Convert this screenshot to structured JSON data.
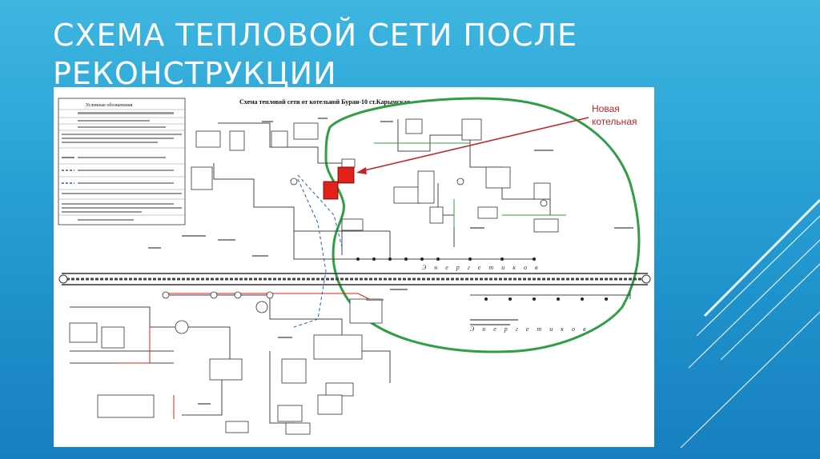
{
  "slide": {
    "title_line1": "СХЕМА ТЕПЛОВОЙ СЕТИ ПОСЛЕ",
    "title_line2": "РЕКОНСТРУКЦИИ",
    "callout_line1": "Новая",
    "callout_line2": "котельная"
  },
  "diagram": {
    "title": "Схема тепловой сети от котельной Буран-10 ст.Карымская",
    "legend_title": "Условные обозначения",
    "street_top": "Э н е р г е т и к о в",
    "street_bottom": "Э н е р г е т и к о в"
  },
  "colors": {
    "outline": "#2f9e44",
    "arrow": "#c0262c",
    "new_boiler": "#e0221b",
    "background_top": "#3fb6e0",
    "background_bottom": "#177fbf"
  }
}
